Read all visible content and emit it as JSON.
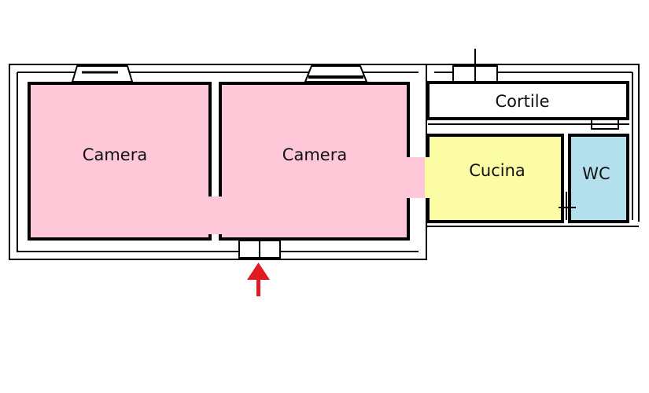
{
  "floorplan": {
    "rooms": [
      {
        "id": "camera-1",
        "label": "Camera",
        "color": "#ffc8d8"
      },
      {
        "id": "camera-2",
        "label": "Camera",
        "color": "#ffc8d8"
      },
      {
        "id": "cortile",
        "label": "Cortile",
        "color": "#ffffff"
      },
      {
        "id": "cucina",
        "label": "Cucina",
        "color": "#fcfca4"
      },
      {
        "id": "wc",
        "label": "WC",
        "color": "#b4e0ee"
      }
    ],
    "entrance_arrow_color": "#e01b24",
    "wall_color": "#000000"
  }
}
